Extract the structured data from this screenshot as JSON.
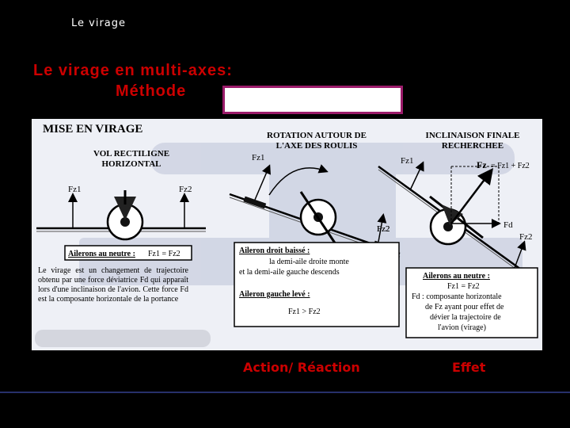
{
  "header": {
    "section": "Le virage"
  },
  "title": {
    "line1": "Le virage en multi-axes:",
    "line2": "Méthode"
  },
  "figure": {
    "heading_main": "MISE EN VIRAGE",
    "panel1": {
      "title_l1": "VOL RECTILIGNE",
      "title_l2": "HORIZONTAL",
      "force_left": "Fz1",
      "force_right": "Fz2",
      "box_label": "Ailerons au neutre :",
      "box_eq": "Fz1 = Fz2",
      "paragraph": "Le virage est un changement de trajectoire obtenu par une force déviatrice Fd qui apparaît lors d'une inclinaison de l'avion. Cette force Fd est la composante horizontale de la portance"
    },
    "panel2": {
      "title_l1": "ROTATION AUTOUR DE",
      "title_l2": "L'AXE DES ROULIS",
      "force_left": "Fz1",
      "force_right": "Fz2",
      "box1_label": "Aileron droit baissé :",
      "box1_l1": "la demi-aile droite monte",
      "box1_l2": "et la demi-aile gauche descends",
      "box2_label": "Aileron gauche levé :",
      "box2_eq": "Fz1 > Fz2"
    },
    "panel3": {
      "title_l1": "INCLINAISON FINALE",
      "title_l2": "RECHERCHEE",
      "force_left": "Fz1",
      "force_right": "Fz2",
      "fz_label": "Fz",
      "fz_eq": "= Fz1 + Fz2",
      "fd_label": "Fd",
      "box_label": "Ailerons au neutre :",
      "box_l1": "Fz1 = Fz2",
      "box_l2": "Fd : composante horizontale",
      "box_l3": "de Fz ayant pour effet de",
      "box_l4": "dévier la trajectoire de",
      "box_l5": "l'avion (virage)"
    }
  },
  "footer": {
    "action": "Action/ Réaction",
    "effet": "Effet"
  }
}
